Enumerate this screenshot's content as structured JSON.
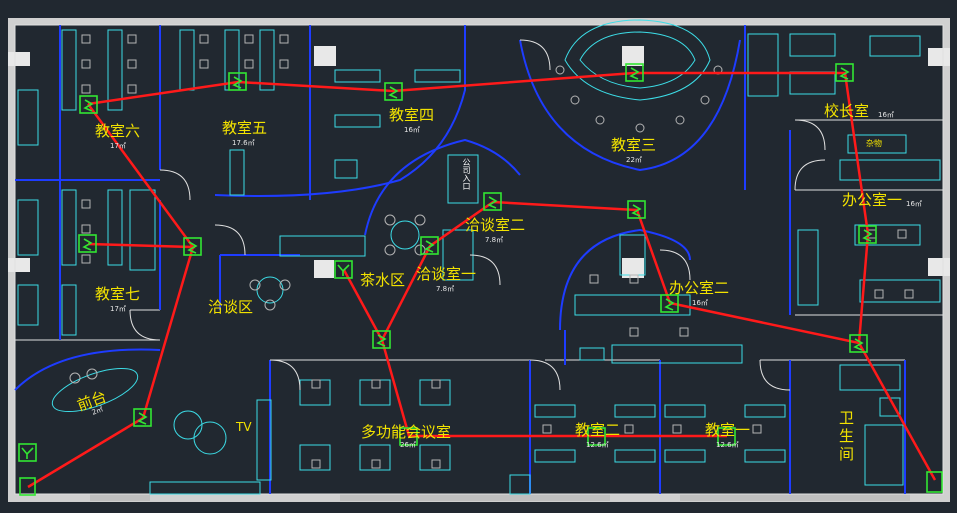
{
  "rooms": {
    "room6": {
      "name": "教室六",
      "area": "17㎡"
    },
    "room5": {
      "name": "教室五",
      "area": "17.6㎡"
    },
    "room4": {
      "name": "教室四",
      "area": "16㎡"
    },
    "room3": {
      "name": "教室三",
      "area": "22㎡"
    },
    "room7": {
      "name": "教室七",
      "area": "17㎡"
    },
    "principal": {
      "name": "校长室",
      "area": "16㎡"
    },
    "office1": {
      "name": "办公室一",
      "area": "16㎡"
    },
    "office2": {
      "name": "办公室二",
      "area": "16㎡"
    },
    "talk2": {
      "name": "洽谈室二",
      "area": "7.8㎡"
    },
    "talk1": {
      "name": "洽谈室一",
      "area": "7.8㎡"
    },
    "talk_area": {
      "name": "洽谈区"
    },
    "tea": {
      "name": "茶水区"
    },
    "reception": {
      "name": "前台",
      "area": "2㎡"
    },
    "meeting": {
      "name": "多功能会议室",
      "area": "26㎡"
    },
    "class2": {
      "name": "教室二",
      "area": "12.6㎡"
    },
    "class1": {
      "name": "教室一",
      "area": "12.6㎡"
    },
    "toilet": {
      "name": "卫生间"
    },
    "tv": {
      "name": "TV"
    },
    "cabinet": {
      "name": "杂物"
    },
    "entrance": {
      "name": "公司入口"
    }
  },
  "colors": {
    "background": "#212830",
    "cable": "#ff1a1a",
    "node": "#32e632",
    "wall": "#d8d8d8",
    "furniture": "#3cdce6",
    "partition": "#1e3cff",
    "label": "#f2e200"
  }
}
